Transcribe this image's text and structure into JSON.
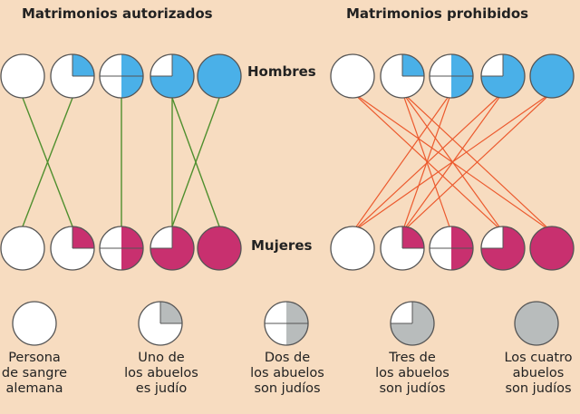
{
  "titles": {
    "left": "Matrimonios autorizados",
    "right": "Matrimonios prohibidos"
  },
  "row_labels": {
    "men": "Hombres",
    "women": "Mujeres"
  },
  "colors": {
    "background": "#f7dcc0",
    "men_fill": "#4ab0e8",
    "women_fill": "#c8306f",
    "legend_fill": "#b8bcbc",
    "allowed_line": "#4f8f2e",
    "forbidden_line": "#ec5a2e"
  },
  "categories": [
    {
      "id": "german",
      "jewish_quarters": 0,
      "label": "Persona\nde sangre\nalemana"
    },
    {
      "id": "one",
      "jewish_quarters": 1,
      "label": "Uno de\nlos abuelos\nes judío"
    },
    {
      "id": "two",
      "jewish_quarters": 2,
      "label": "Dos de\nlos abuelos\nson judíos"
    },
    {
      "id": "three",
      "jewish_quarters": 3,
      "label": "Tres de\nlos abuelos\nson judíos"
    },
    {
      "id": "four",
      "jewish_quarters": 4,
      "label": "Los cuatro\nabuelos\nson judíos"
    }
  ],
  "allowed_pairs": [
    [
      0,
      1
    ],
    [
      1,
      0
    ],
    [
      2,
      2
    ],
    [
      3,
      3
    ],
    [
      3,
      4
    ],
    [
      4,
      3
    ]
  ],
  "forbidden_pairs": [
    [
      0,
      3
    ],
    [
      0,
      4
    ],
    [
      1,
      2
    ],
    [
      1,
      3
    ],
    [
      1,
      4
    ],
    [
      2,
      0
    ],
    [
      2,
      1
    ],
    [
      3,
      0
    ],
    [
      3,
      1
    ],
    [
      4,
      0
    ],
    [
      4,
      1
    ]
  ]
}
